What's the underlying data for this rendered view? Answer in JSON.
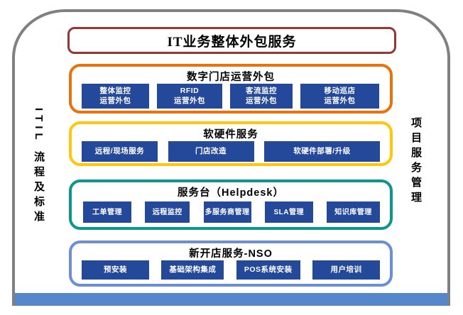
{
  "colors": {
    "maroon": "#953735",
    "orange": "#E8730A",
    "yellow": "#FFC60B",
    "teal": "#0D9590",
    "lblue": "#6A8FD6",
    "chip": "#24489A",
    "bar": "#5587CB",
    "arch": "#808080"
  },
  "frame": {
    "left_label": "ITIL 流程及标准",
    "right_label": "项目服务管理"
  },
  "title": "IT业务整体外包服务",
  "sections": [
    {
      "title": "数字门店运营外包",
      "items": [
        {
          "l1": "整体监控",
          "l2": "运营外包"
        },
        {
          "l1": "RFID",
          "l2": "运营外包"
        },
        {
          "l1": "客流监控",
          "l2": "运营外包"
        },
        {
          "l1": "移动巡店",
          "l2": "运营外包"
        }
      ]
    },
    {
      "title": "软硬件服务",
      "items": [
        "远程/现场服务",
        "门店改造",
        "软硬件部署/升级"
      ]
    },
    {
      "title": "服务台（Helpdesk）",
      "items": [
        "工单管理",
        "远程监控",
        "多服务商管理",
        "SLA管理",
        "知识库管理"
      ]
    },
    {
      "title": "新开店服务-NSO",
      "items": [
        "预安装",
        "基础架构集成",
        "POS系统安装",
        "用户培训"
      ]
    }
  ]
}
